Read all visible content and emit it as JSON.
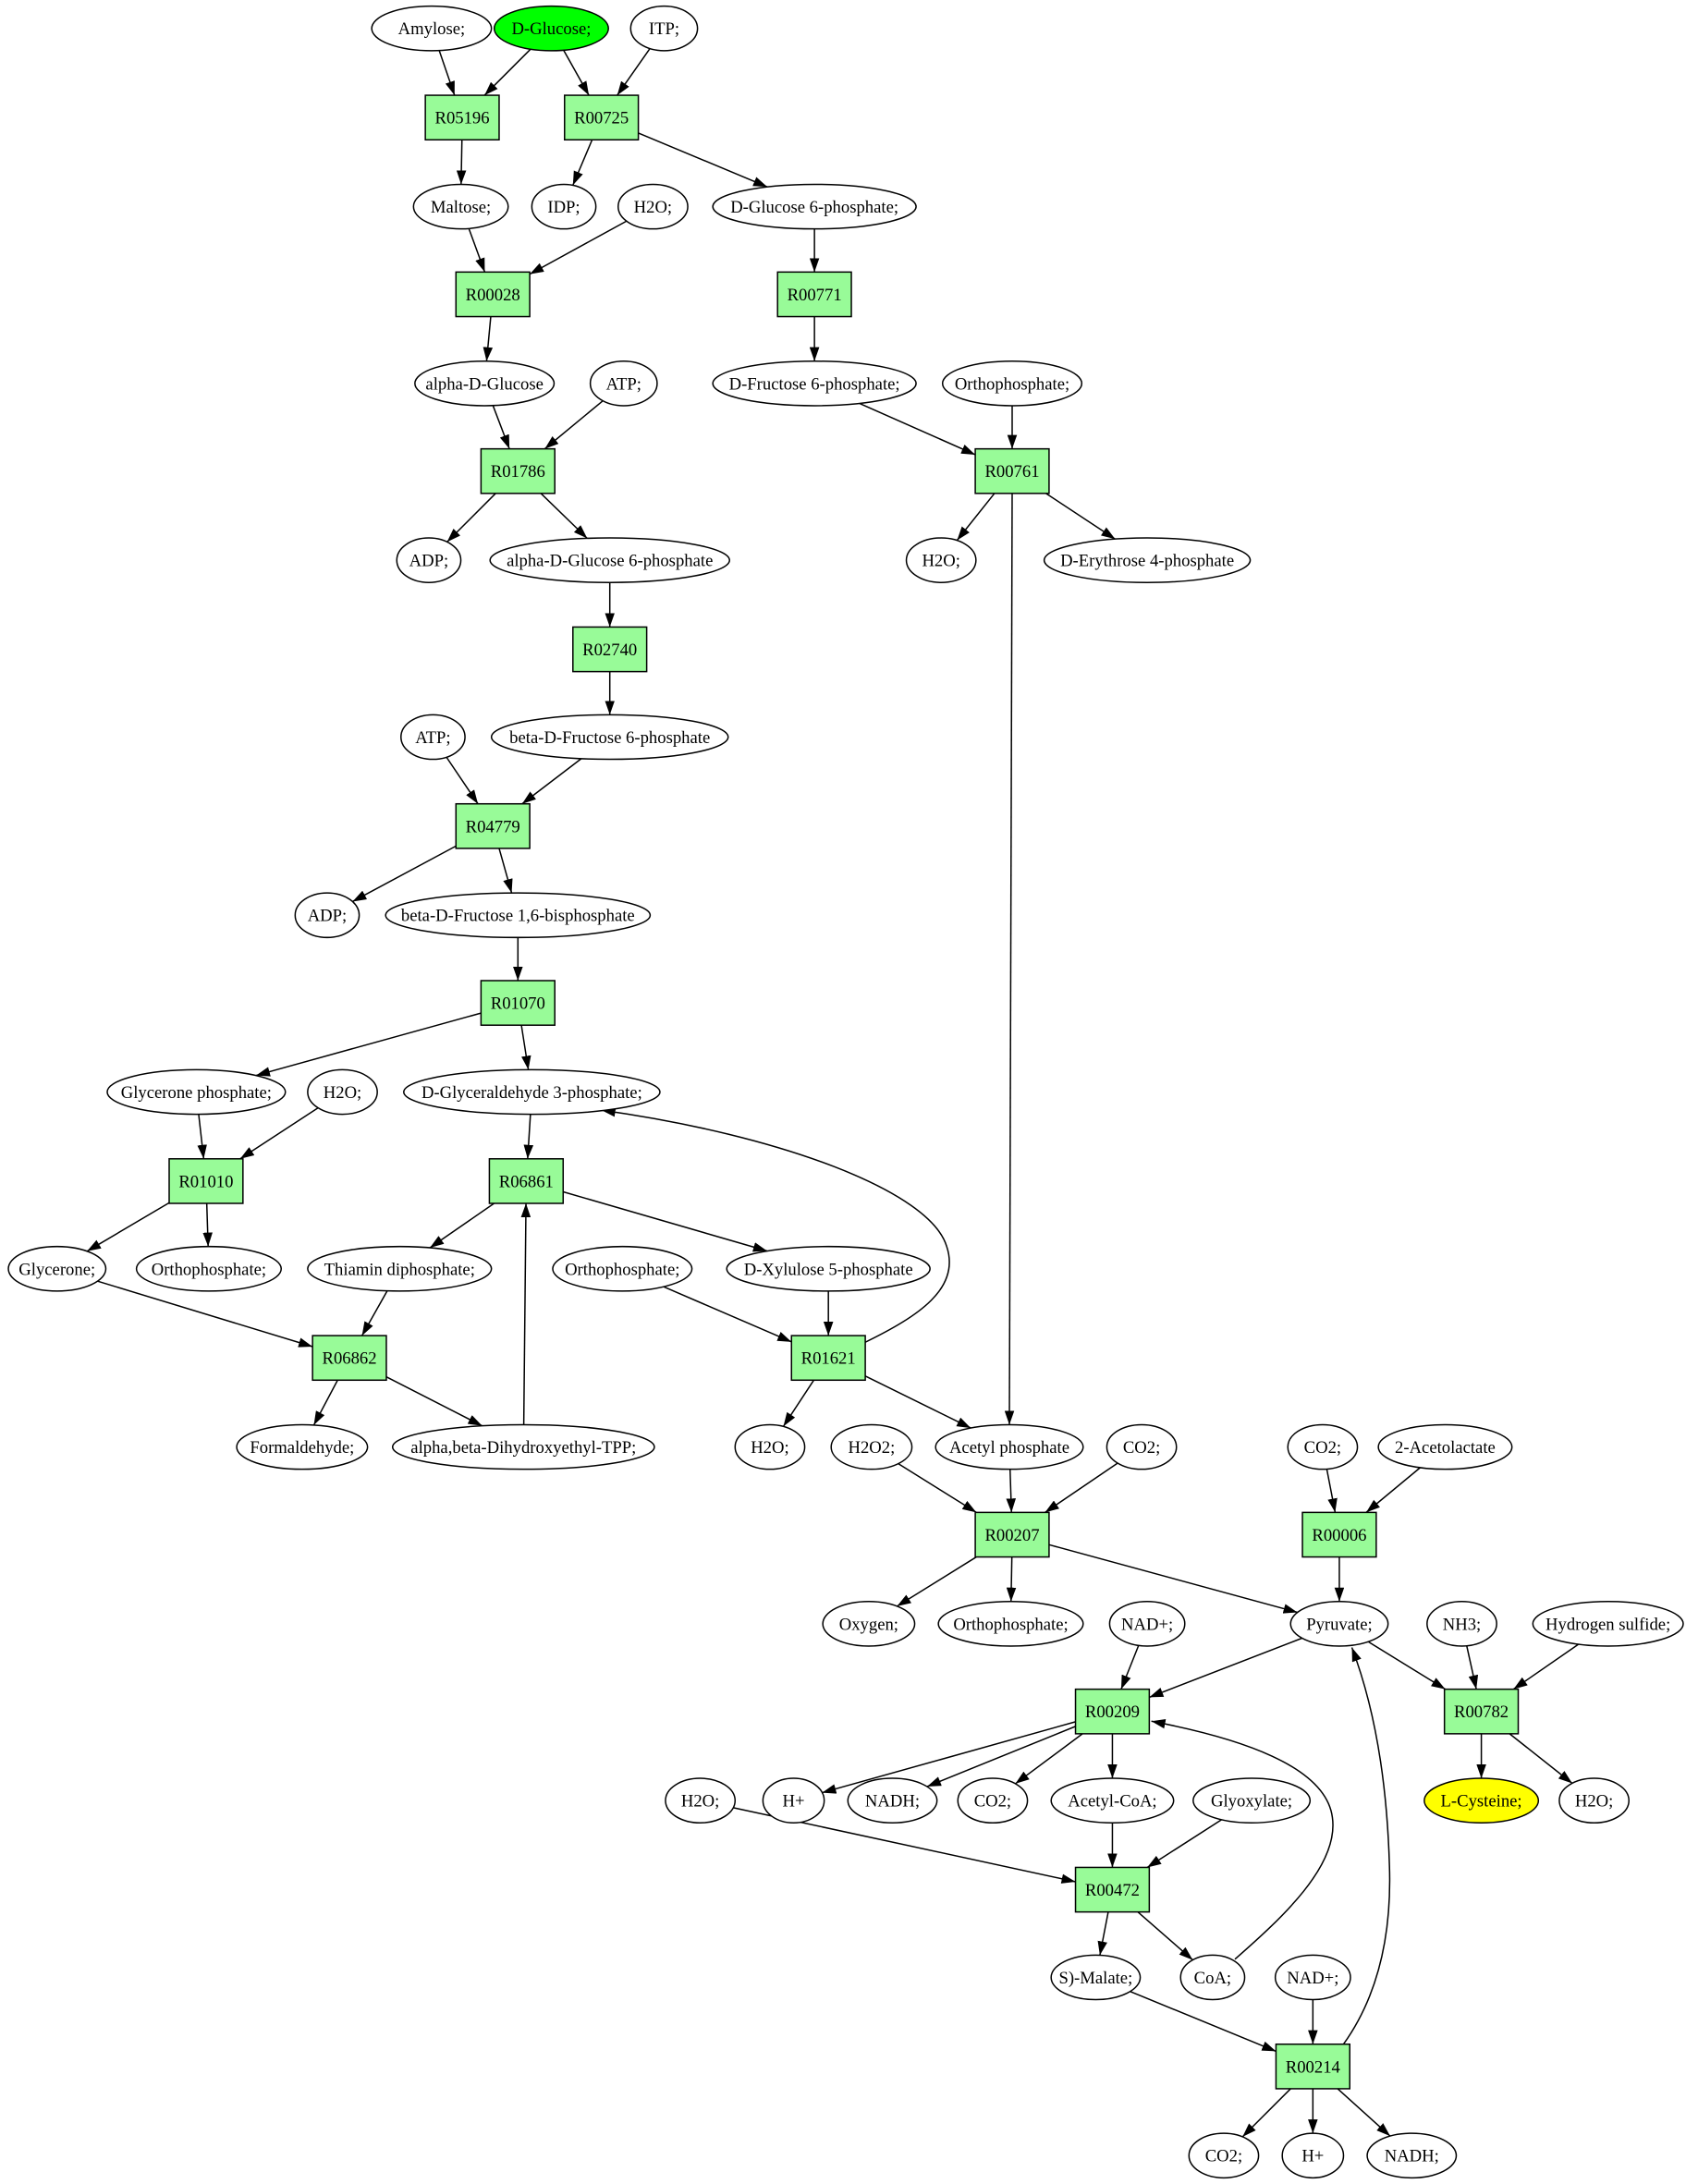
{
  "colors": {
    "background": "#ffffff",
    "compound_fill": "#ffffff",
    "reaction_fill": "#98fb98",
    "line": "#000000"
  },
  "compounds": [
    {
      "label": "Amylose;"
    },
    {
      "label": "D-Glucose;",
      "fill": "#00ff00"
    },
    {
      "label": "ITP;"
    },
    {
      "label": "Maltose;"
    },
    {
      "label": "IDP;"
    },
    {
      "label": "H2O;"
    },
    {
      "label": "D-Glucose 6-phosphate;"
    },
    {
      "label": "alpha-D-Glucose"
    },
    {
      "label": "ATP;"
    },
    {
      "label": "D-Fructose 6-phosphate;"
    },
    {
      "label": "Orthophosphate;"
    },
    {
      "label": "ADP;"
    },
    {
      "label": "alpha-D-Glucose 6-phosphate"
    },
    {
      "label": "H2O;"
    },
    {
      "label": "D-Erythrose 4-phosphate"
    },
    {
      "label": "ATP;"
    },
    {
      "label": "beta-D-Fructose 6-phosphate"
    },
    {
      "label": "ADP;"
    },
    {
      "label": "beta-D-Fructose 1,6-bisphosphate"
    },
    {
      "label": "Glycerone phosphate;"
    },
    {
      "label": "H2O;"
    },
    {
      "label": "D-Glyceraldehyde 3-phosphate;"
    },
    {
      "label": "Glycerone;"
    },
    {
      "label": "Orthophosphate;"
    },
    {
      "label": "Thiamin diphosphate;"
    },
    {
      "label": "Orthophosphate;"
    },
    {
      "label": "D-Xylulose 5-phosphate"
    },
    {
      "label": "Formaldehyde;"
    },
    {
      "label": "alpha,beta-Dihydroxyethyl-TPP;"
    },
    {
      "label": "H2O;"
    },
    {
      "label": "H2O2;"
    },
    {
      "label": "Acetyl phosphate"
    },
    {
      "label": "CO2;"
    },
    {
      "label": "CO2;"
    },
    {
      "label": "2-Acetolactate"
    },
    {
      "label": "Oxygen;"
    },
    {
      "label": "Orthophosphate;"
    },
    {
      "label": "NAD+;"
    },
    {
      "label": "Pyruvate;"
    },
    {
      "label": "NH3;"
    },
    {
      "label": "Hydrogen sulfide;"
    },
    {
      "label": "H2O;"
    },
    {
      "label": "H+"
    },
    {
      "label": "NADH;"
    },
    {
      "label": "CO2;"
    },
    {
      "label": "Acetyl-CoA;"
    },
    {
      "label": "Glyoxylate;"
    },
    {
      "label": "L-Cysteine;",
      "fill": "#ffff00"
    },
    {
      "label": "H2O;"
    },
    {
      "label": "S)-Malate;"
    },
    {
      "label": "CoA;"
    },
    {
      "label": "NAD+;"
    },
    {
      "label": "CO2;"
    },
    {
      "label": "H+"
    },
    {
      "label": "NADH;"
    }
  ],
  "reactions": [
    {
      "label": "R05196",
      "inputs": [
        0,
        1
      ],
      "outputs": [
        3
      ]
    },
    {
      "label": "R00725",
      "inputs": [
        1,
        2
      ],
      "outputs": [
        4,
        6
      ]
    },
    {
      "label": "R00028",
      "inputs": [
        3,
        5
      ],
      "outputs": [
        7
      ]
    },
    {
      "label": "R00771",
      "inputs": [
        6
      ],
      "outputs": [
        9
      ]
    },
    {
      "label": "R01786",
      "inputs": [
        7,
        8
      ],
      "outputs": [
        11,
        12
      ]
    },
    {
      "label": "R00761",
      "inputs": [
        9,
        10
      ],
      "outputs": [
        13,
        14,
        31
      ]
    },
    {
      "label": "R02740",
      "inputs": [
        12
      ],
      "outputs": [
        16
      ]
    },
    {
      "label": "R04779",
      "inputs": [
        15,
        16
      ],
      "outputs": [
        17,
        18
      ]
    },
    {
      "label": "R01070",
      "inputs": [
        18
      ],
      "outputs": [
        19,
        21
      ]
    },
    {
      "label": "R01010",
      "inputs": [
        19,
        20
      ],
      "outputs": [
        22,
        23
      ]
    },
    {
      "label": "R06861",
      "inputs": [
        21,
        28
      ],
      "outputs": [
        24,
        26
      ]
    },
    {
      "label": "R06862",
      "inputs": [
        22,
        24
      ],
      "outputs": [
        27,
        28
      ]
    },
    {
      "label": "R01621",
      "inputs": [
        25,
        26
      ],
      "outputs": [
        29,
        31,
        21
      ]
    },
    {
      "label": "R00207",
      "inputs": [
        30,
        31,
        32
      ],
      "outputs": [
        35,
        36,
        38
      ]
    },
    {
      "label": "R00006",
      "inputs": [
        33,
        34
      ],
      "outputs": [
        38
      ]
    },
    {
      "label": "R00209",
      "inputs": [
        37,
        38,
        50
      ],
      "outputs": [
        42,
        43,
        44,
        45
      ]
    },
    {
      "label": "R00782",
      "inputs": [
        38,
        39,
        40
      ],
      "outputs": [
        47,
        48
      ]
    },
    {
      "label": "R00472",
      "inputs": [
        41,
        45,
        46
      ],
      "outputs": [
        49,
        50
      ]
    },
    {
      "label": "R00214",
      "inputs": [
        49,
        51
      ],
      "outputs": [
        52,
        53,
        54,
        38
      ]
    }
  ]
}
